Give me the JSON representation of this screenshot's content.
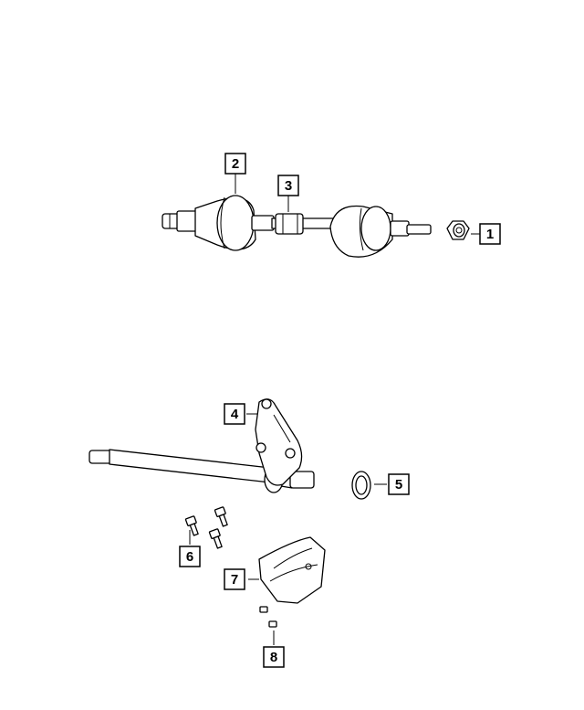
{
  "callouts": [
    {
      "id": "1",
      "label": "1",
      "part": "axle-nut"
    },
    {
      "id": "2",
      "label": "2",
      "part": "inner-cv-joint-boot"
    },
    {
      "id": "3",
      "label": "3",
      "part": "damper-weight"
    },
    {
      "id": "4",
      "label": "4",
      "part": "intermediate-shaft-bracket"
    },
    {
      "id": "5",
      "label": "5",
      "part": "snap-ring"
    },
    {
      "id": "6",
      "label": "6",
      "part": "bracket-bolts"
    },
    {
      "id": "7",
      "label": "7",
      "part": "heat-shield"
    },
    {
      "id": "8",
      "label": "8",
      "part": "heat-shield-screws"
    }
  ]
}
